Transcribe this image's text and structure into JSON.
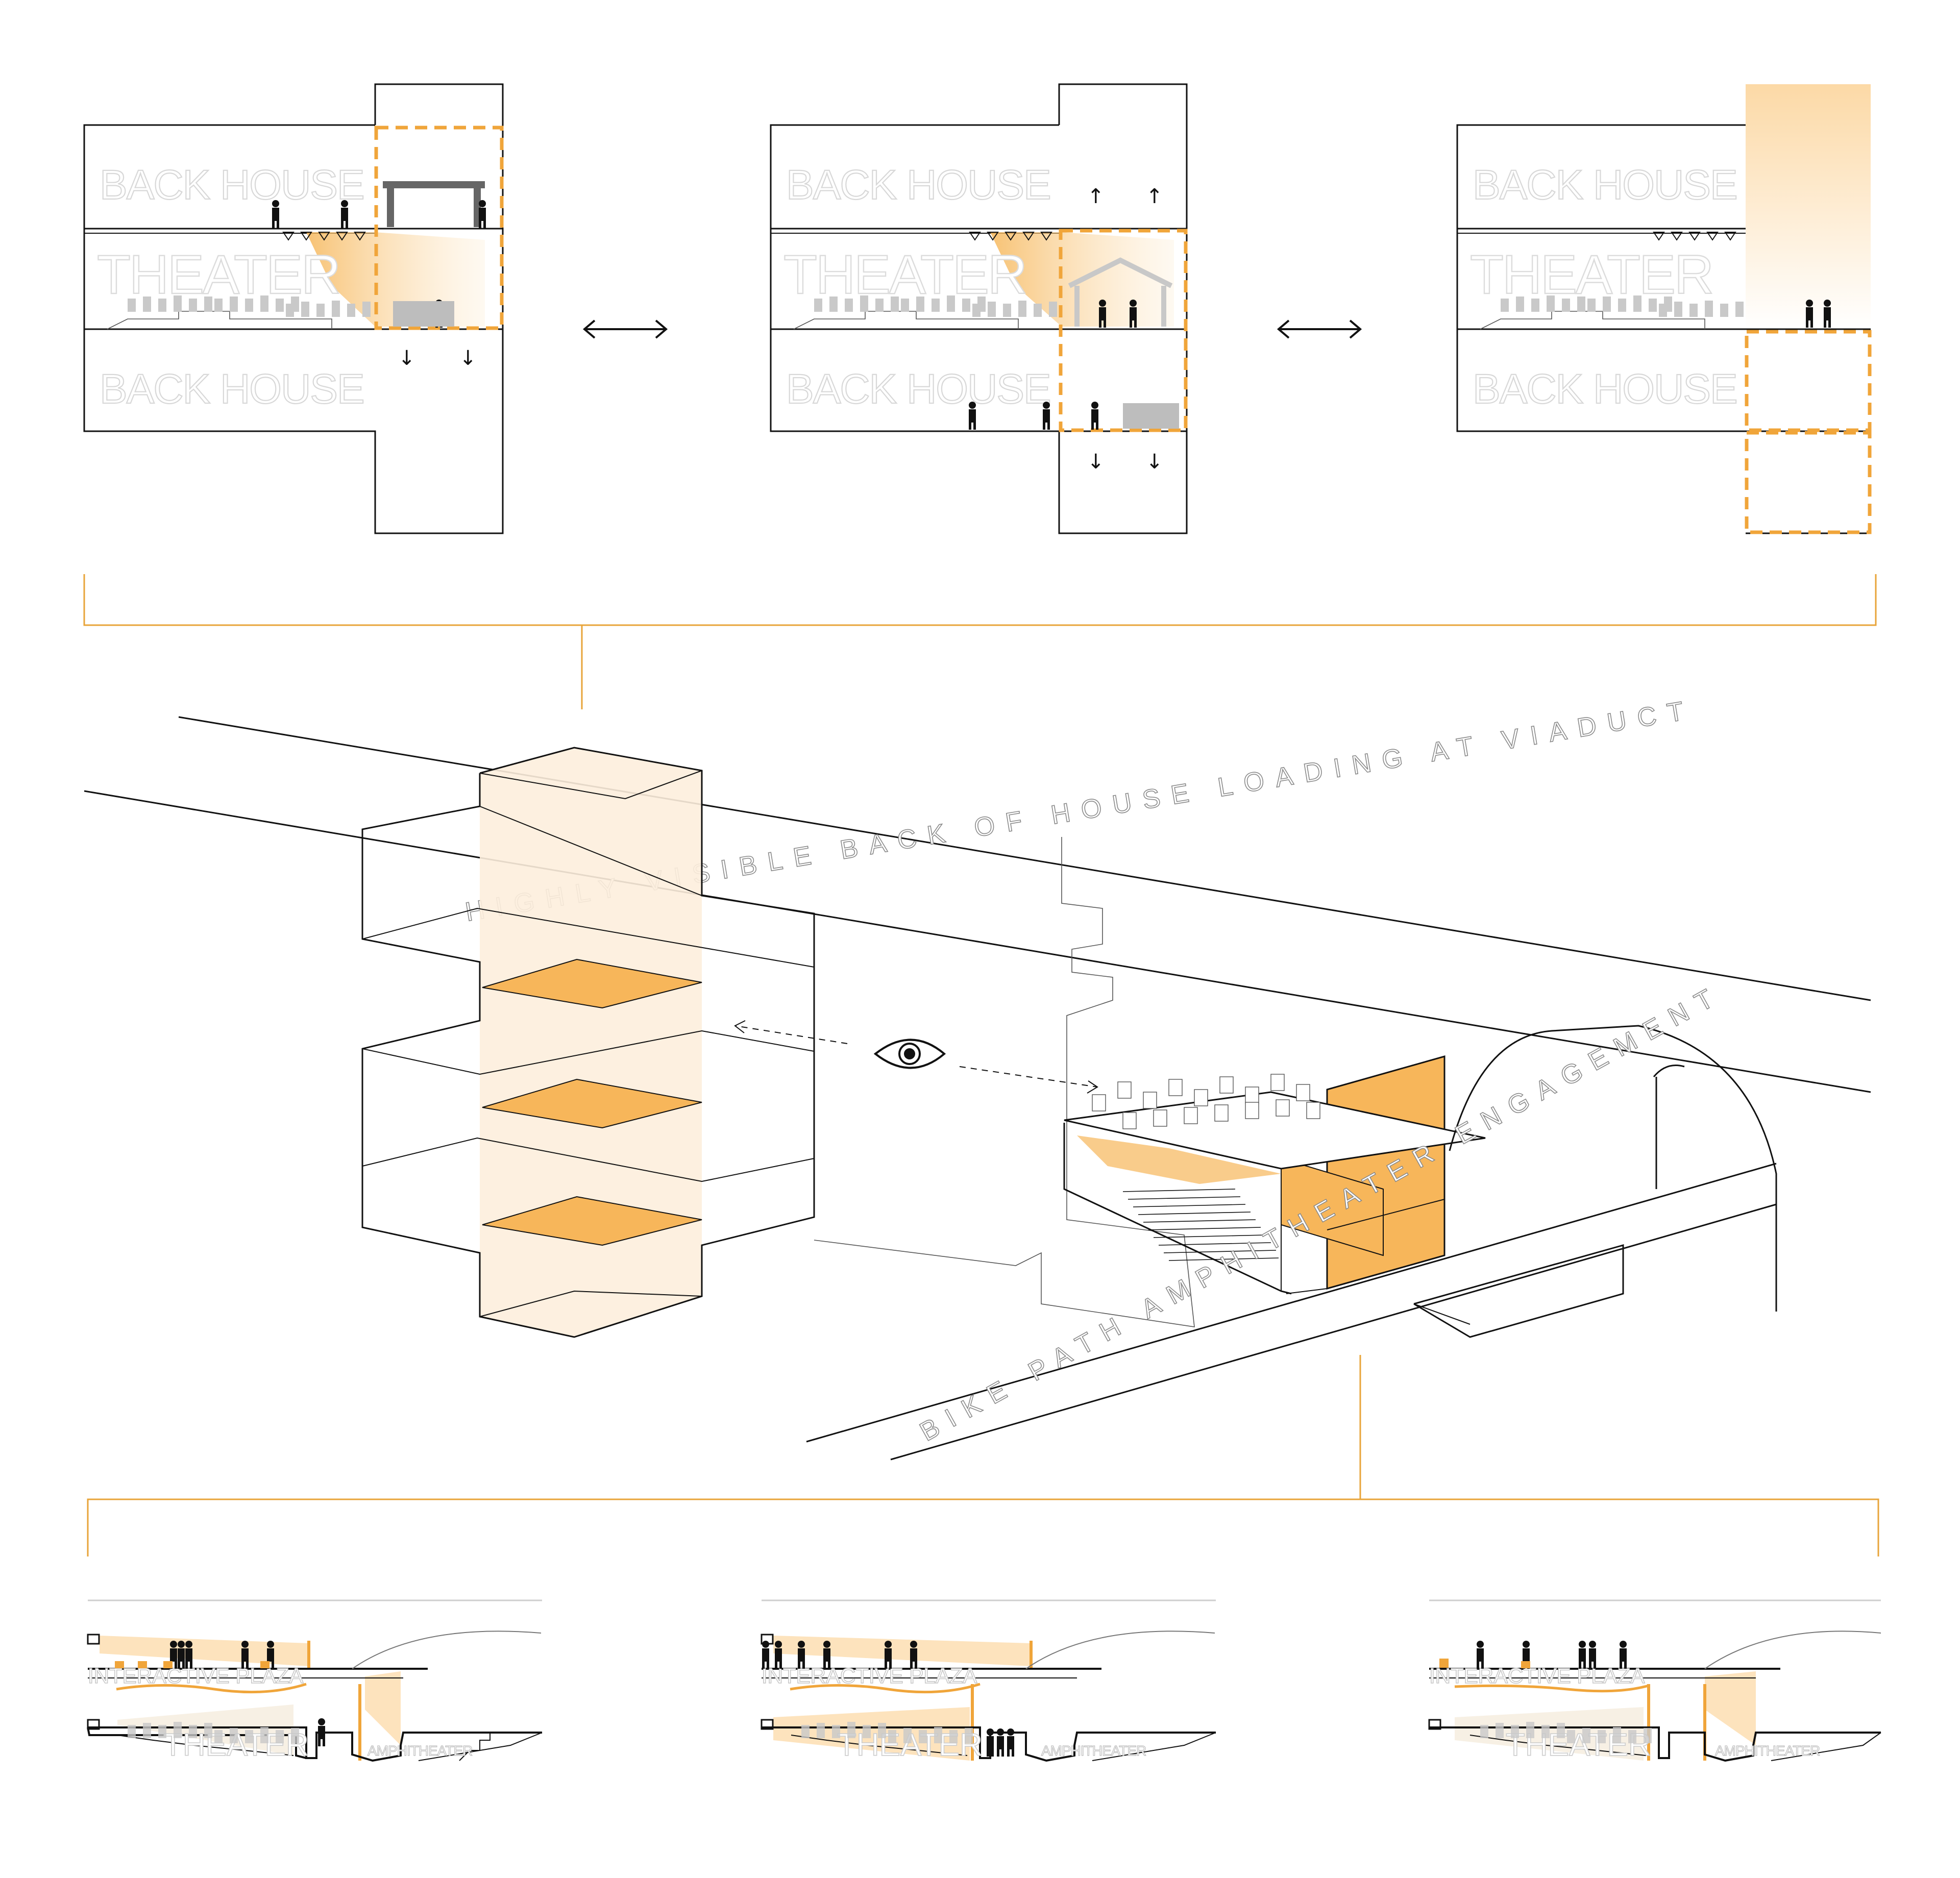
{
  "top_sections": [
    {
      "upper": "BACK HOUSE",
      "middle": "THEATER",
      "lower": "BACK HOUSE"
    },
    {
      "upper": "BACK HOUSE",
      "middle": "THEATER",
      "lower": "BACK HOUSE"
    },
    {
      "upper": "BACK HOUSE",
      "middle": "THEATER",
      "lower": "BACK HOUSE"
    }
  ],
  "axon": {
    "viaduct_label": "HIGHLY VISIBLE BACK OF HOUSE LOADING AT VIADUCT",
    "bike_label": "BIKE PATH AMPHITHEATER ENGAGEMENT"
  },
  "bottom_sections": [
    {
      "plaza": "INTERACTIVE PLAZA",
      "theater": "THEATER",
      "amphi": "AMPHITHEATER"
    },
    {
      "plaza": "INTERACTIVE PLAZA",
      "theater": "THEATER",
      "amphi": "AMPHITHEATER"
    },
    {
      "plaza": "INTERACTIVE PLAZA",
      "theater": "THEATER",
      "amphi": "AMPHITHEATER"
    }
  ],
  "colors": {
    "accent": "#f0a53a",
    "accent_light": "#fde8c8",
    "ink": "#111111",
    "ghost": "#d8d8d8"
  }
}
